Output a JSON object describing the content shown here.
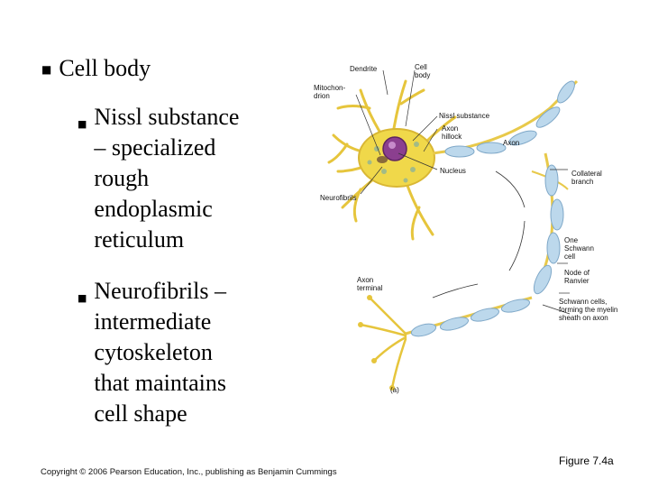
{
  "bullets": {
    "main": "Cell body",
    "sub": [
      {
        "text": "Nissl substance\n– specialized\nrough\nendoplasmic\nreticulum"
      },
      {
        "text": "Neurofibrils –\nintermediate\ncytoskeleton\nthat maintains\ncell shape"
      }
    ]
  },
  "figure": {
    "labels": {
      "dendrite": "Dendrite",
      "cell_body": "Cell\nbody",
      "mitochondrion": "Mitochon-\ndrion",
      "nissl": "Nissl substance",
      "axon_hillock": "Axon\nhillock",
      "axon": "Axon",
      "nucleus": "Nucleus",
      "collateral": "Collateral\nbranch",
      "neurofibrils": "Neurofibrils",
      "one_schwann": "One\nSchwann\ncell",
      "node": "Node of\nRanvier",
      "schwann_cells": "Schwann cells,\nforming the myelin\nsheath on axon",
      "axon_terminal": "Axon\nterminal",
      "panel": "(a)"
    },
    "colors": {
      "cell_body": "#f0d84a",
      "nucleus": "#8b3f8f",
      "myelin": "#bcd8ec",
      "myelin_edge": "#7fa8c8",
      "axon": "#e8c94a"
    }
  },
  "footer": {
    "copyright": "Copyright © 2006 Pearson Education, Inc., publishing as Benjamin Cummings",
    "figure_ref": "Figure 7.4a"
  }
}
